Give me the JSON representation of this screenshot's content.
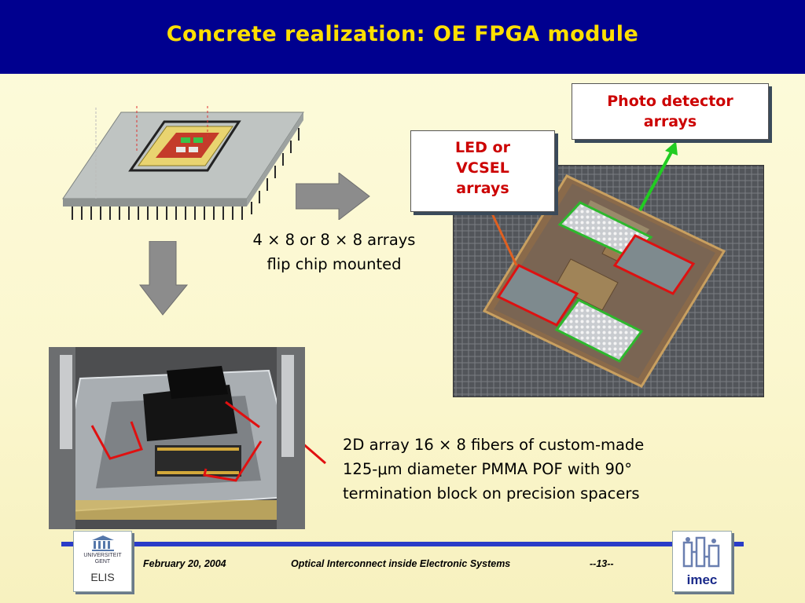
{
  "slide": {
    "title": "Concrete realization: OE FPGA module",
    "callout_photodetector": [
      "Photo detector",
      "arrays"
    ],
    "callout_led": [
      "LED or",
      "VCSEL",
      "arrays"
    ],
    "mount_note": [
      "4 × 8 or 8 × 8 arrays",
      "flip chip mounted"
    ],
    "fiber_note": [
      "2D array 16 × 8 fibers of custom-made",
      "125-μm diameter PMMA POF with 90°",
      "termination block on precision spacers"
    ]
  },
  "footer": {
    "date": "February 20, 2004",
    "subject": "Optical Interconnect inside Electronic Systems",
    "page": "--13--",
    "left_logo": {
      "line1": "UNIVERSITEIT",
      "line2": "GENT",
      "line3": "ELIS"
    },
    "right_logo": {
      "name": "imec"
    }
  },
  "colors": {
    "title_bg": "#00008f",
    "title_text": "#ffe000",
    "callout_text": "#cc0000",
    "footer_bar": "#2a3cc8"
  }
}
